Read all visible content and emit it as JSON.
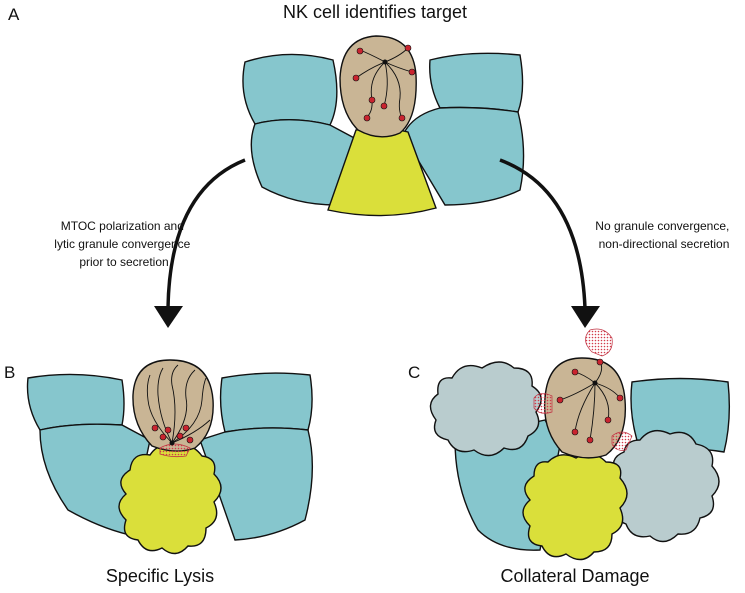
{
  "panels": {
    "a": {
      "letter": "A",
      "title": "NK cell identifies target"
    },
    "b": {
      "letter": "B",
      "title": "Specific Lysis"
    },
    "c": {
      "letter": "C",
      "title": "Collateral Damage"
    }
  },
  "arrows": {
    "left_caption": [
      "MTOC polarization and",
      "lytic granule convergence",
      "prior to secretion"
    ],
    "right_caption": [
      "No granule convergence,",
      "non-directional secretion"
    ]
  },
  "colors": {
    "epithelial": "#86c6cd",
    "nk_cell": "#c9b595",
    "target": "#dadf3a",
    "damaged": "#b9ccce",
    "granule": "#c9242f",
    "secretion": "#e07070"
  }
}
